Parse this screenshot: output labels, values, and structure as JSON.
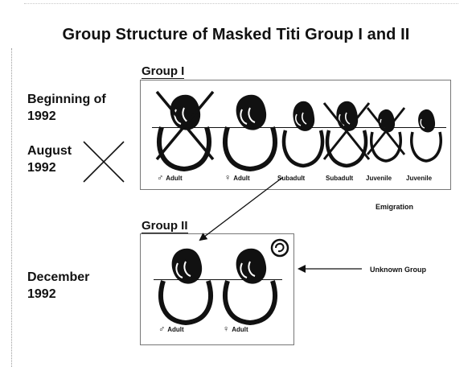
{
  "title": "Group Structure of Masked Titi Group I and II",
  "group1": {
    "label": "Group I",
    "members": [
      {
        "symbol": "♂",
        "label": "Adult",
        "removed": true
      },
      {
        "symbol": "♀",
        "label": "Adult",
        "removed": false
      },
      {
        "symbol": "",
        "label": "Subadult",
        "removed": false
      },
      {
        "symbol": "",
        "label": "Subadult",
        "removed": true
      },
      {
        "symbol": "",
        "label": "Juvenile",
        "removed": true
      },
      {
        "symbol": "",
        "label": "Juvenile",
        "removed": false
      }
    ]
  },
  "group2": {
    "label": "Group II",
    "members": [
      {
        "symbol": "♂",
        "label": "Adult"
      },
      {
        "symbol": "♀",
        "label": "Adult"
      }
    ]
  },
  "periods": {
    "beginning": "Beginning of\n1992",
    "august": "August\n1992",
    "december": "December\n1992"
  },
  "annotations": {
    "emigration": "Emigration",
    "unknown_group": "Unknown Group"
  }
}
